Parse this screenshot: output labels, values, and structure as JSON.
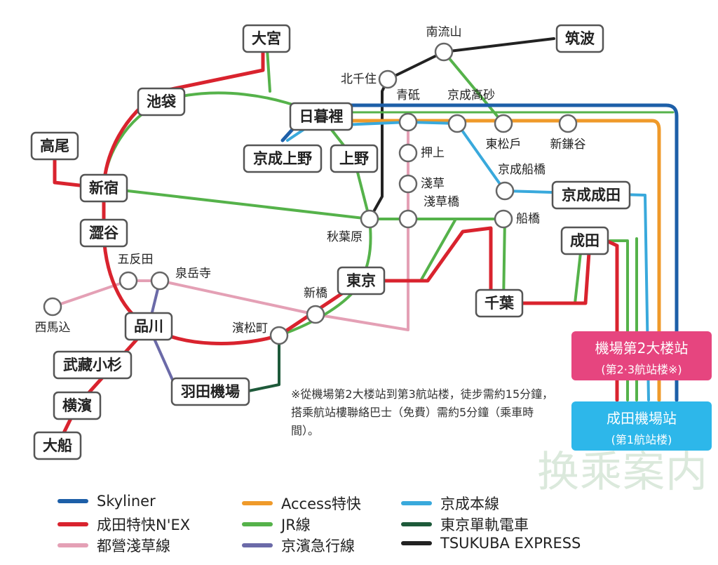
{
  "colors": {
    "skyliner": "#1d5fa8",
    "nex": "#d9232e",
    "asakusa": "#e4a0b5",
    "access": "#ef9a2a",
    "jr": "#55b24a",
    "keikyu": "#6b6aa8",
    "keisei": "#39a9dc",
    "monorail": "#1e5a3a",
    "tx": "#222222"
  },
  "boxed_stations": [
    "大宮",
    "池袋",
    "高尾",
    "新宿",
    "澀谷",
    "品川",
    "武藏小杉",
    "横濱",
    "大船",
    "羽田機場",
    "東京",
    "千葉",
    "成田",
    "京成成田",
    "京成上野",
    "上野",
    "日暮裡",
    "筑波"
  ],
  "circle_stations": [
    "南流山",
    "北千住",
    "青砥",
    "京成高砂",
    "東松戶",
    "新鎌谷",
    "押上",
    "淺草",
    "淺草橋",
    "秋葉原",
    "京成船橋",
    "船橋",
    "五反田",
    "泉岳寺",
    "西馬込",
    "新橋",
    "濱松町"
  ],
  "airports": [
    {
      "name": "機場第2大楼站",
      "sub": "(第2·3航站楼※)"
    },
    {
      "name": "成田機場站",
      "sub": "(第1航站楼)"
    }
  ],
  "note": "※從機場第2大楼站到第3航站楼，徒步需約15分鐘，搭乘航站樓聯絡巴士（免費）需約5分鐘（乘車時間）。",
  "legend": [
    "Skyliner",
    "成田特快N'EX",
    "都營淺草線",
    "Access特快",
    "JR線",
    "京濱急行線",
    "京成本線",
    "東京單軌電車",
    "TSUKUBA EXPRESS"
  ],
  "watermark": "换乘案内"
}
